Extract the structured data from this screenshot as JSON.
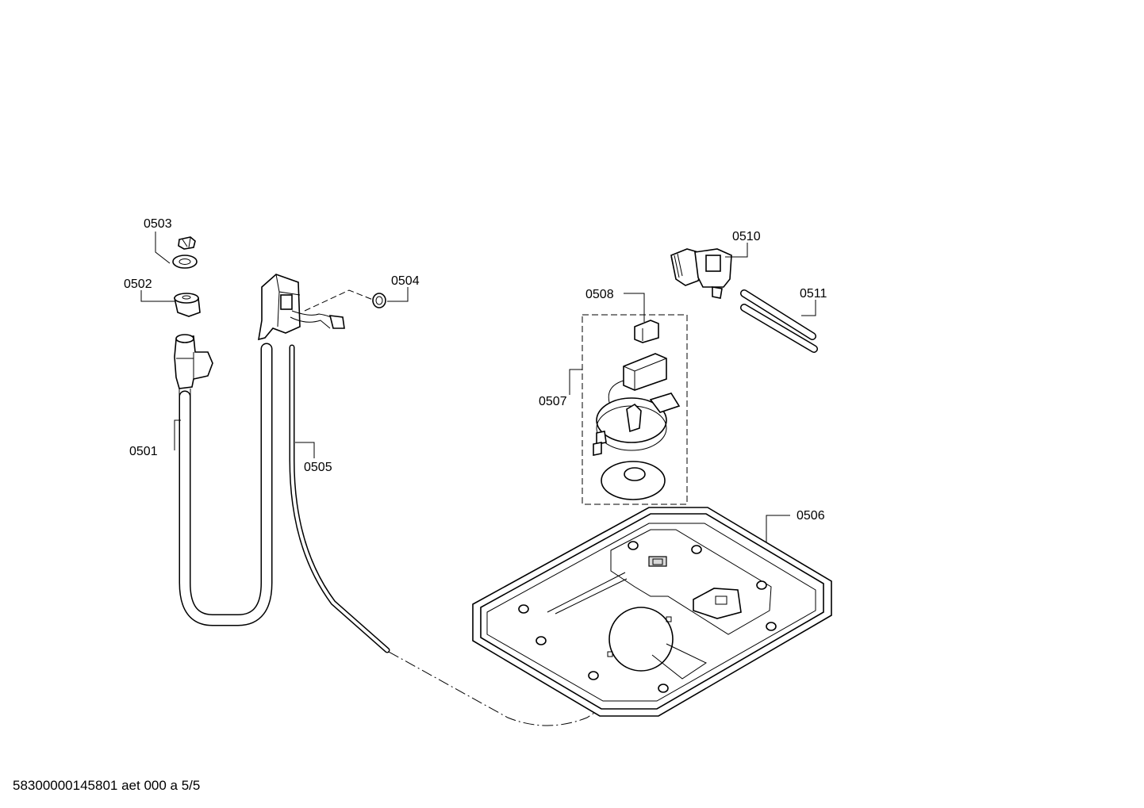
{
  "diagram": {
    "labels": {
      "p0501": "0501",
      "p0502": "0502",
      "p0503": "0503",
      "p0504": "0504",
      "p0505": "0505",
      "p0506": "0506",
      "p0507": "0507",
      "p0508": "0508",
      "p0510": "0510",
      "p0511": "0511"
    },
    "footer": "58300000145801 aet 000 a 5/5"
  }
}
